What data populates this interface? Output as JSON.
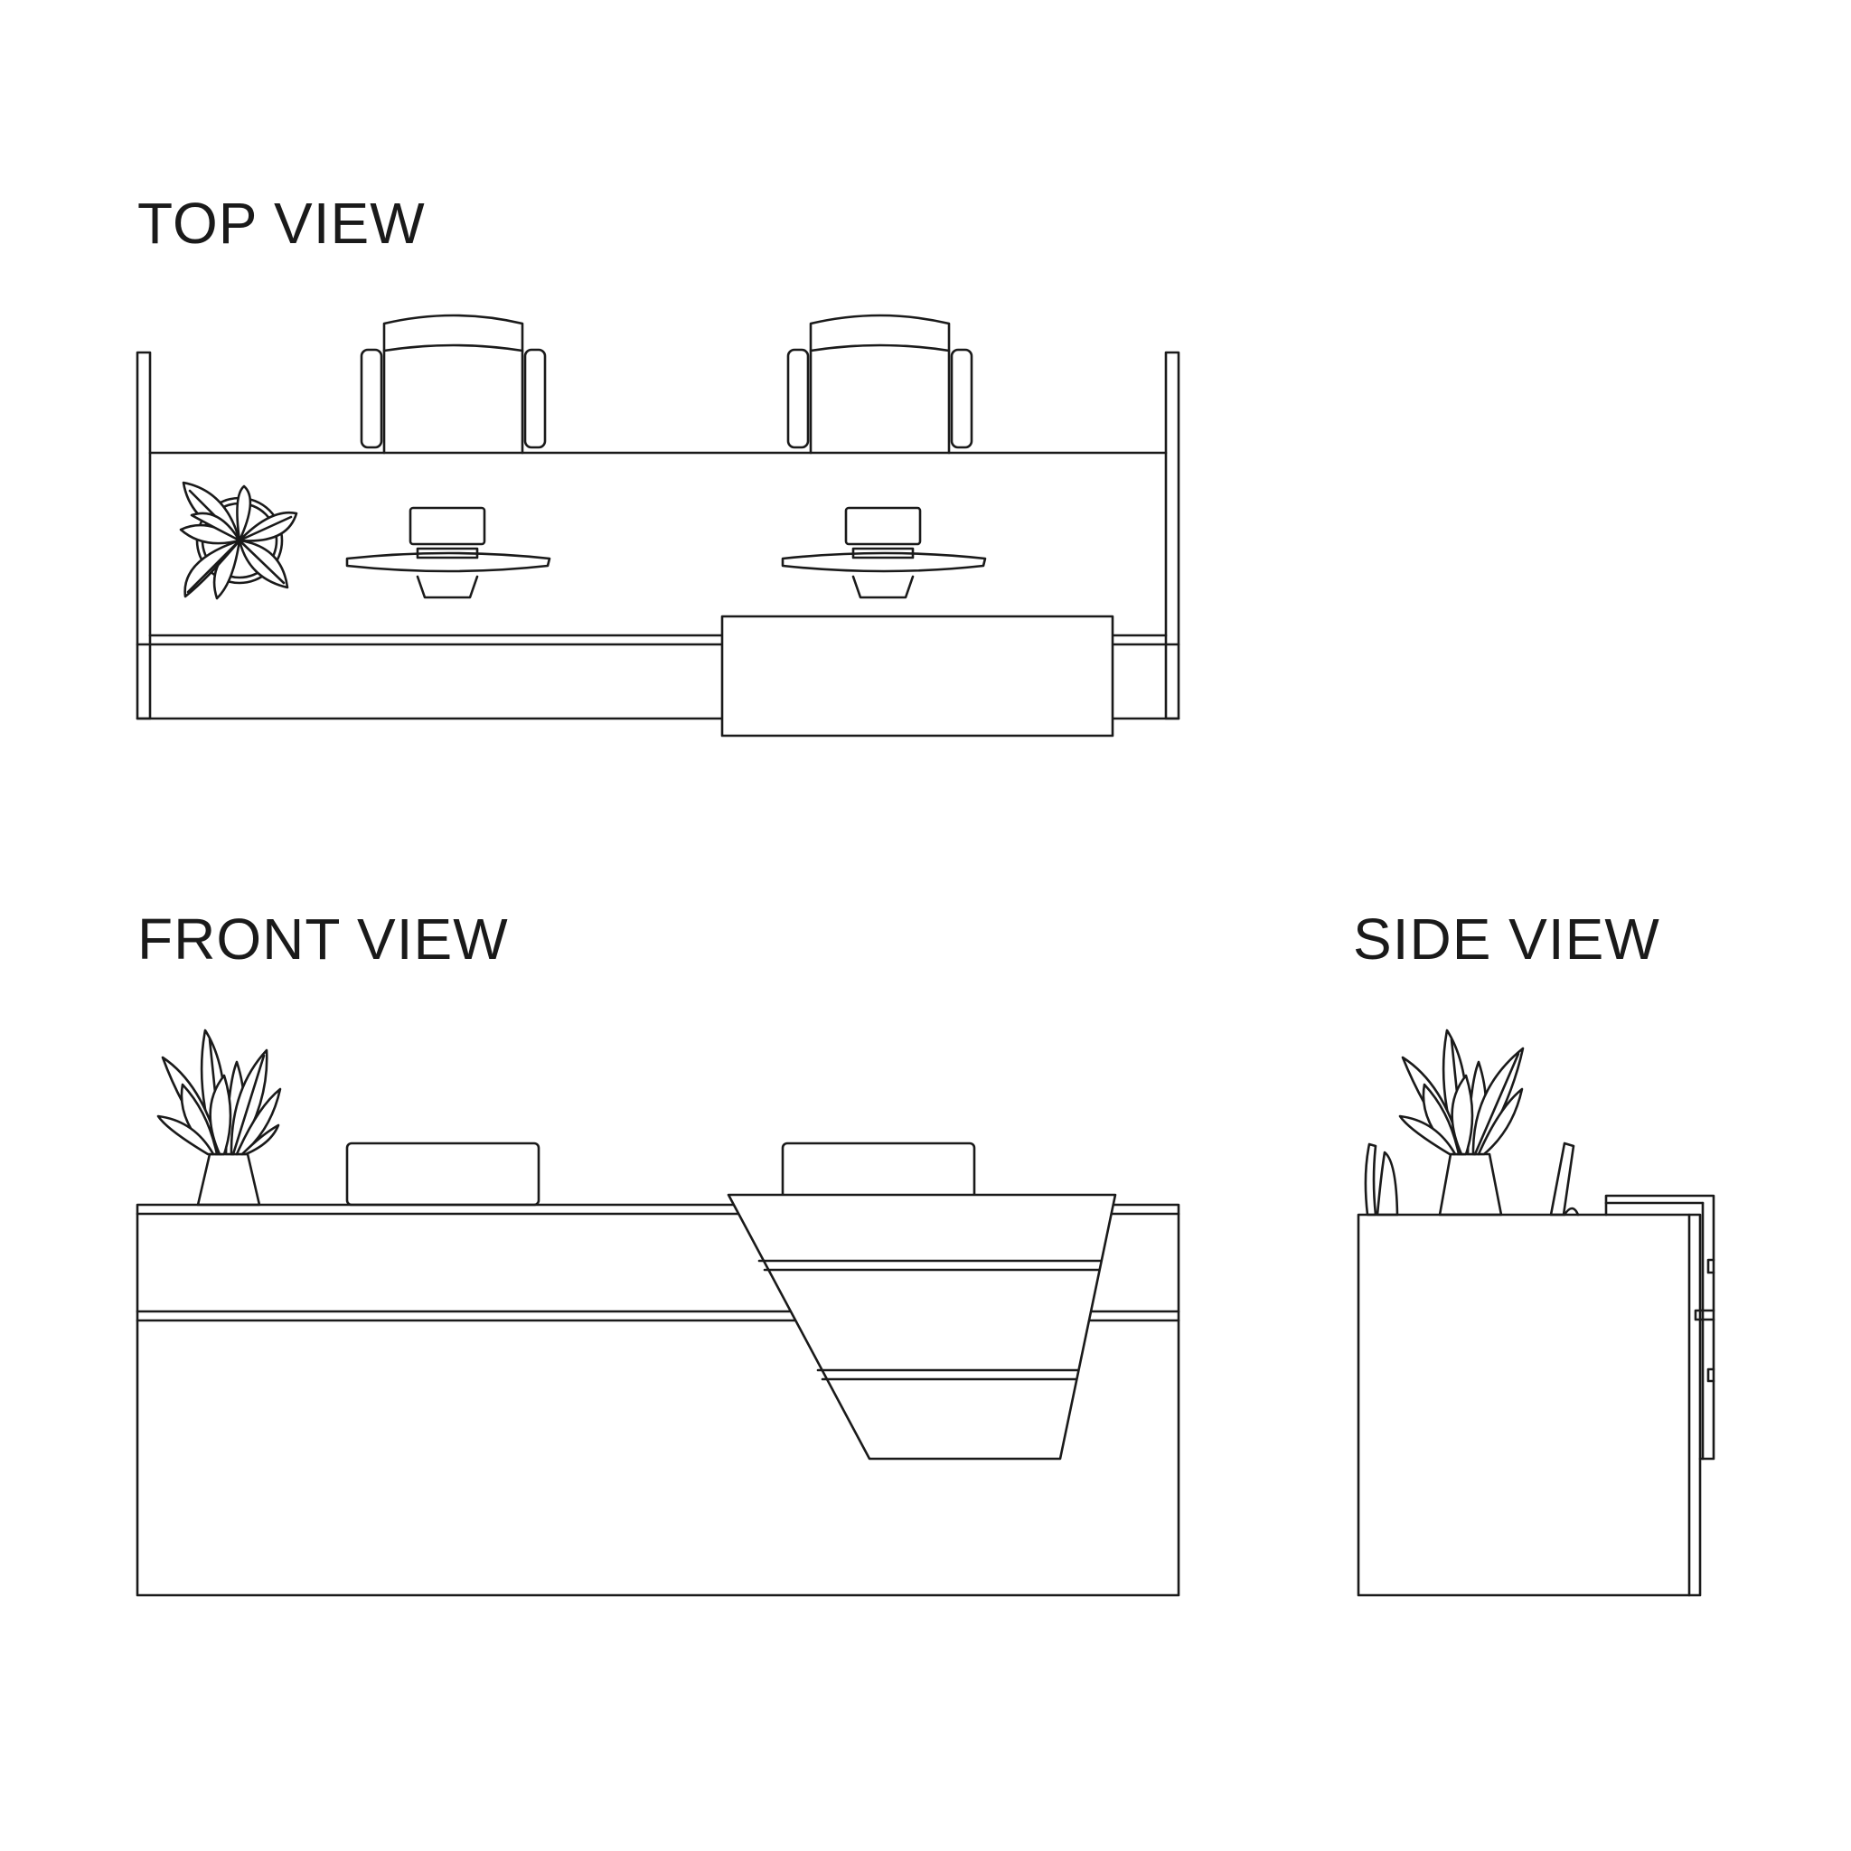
{
  "labels": {
    "top_view": "TOP VIEW",
    "front_view": "FRONT VIEW",
    "side_view": "SIDE VIEW"
  },
  "colors": {
    "line": "#1a1a1a",
    "background": "#ffffff"
  }
}
